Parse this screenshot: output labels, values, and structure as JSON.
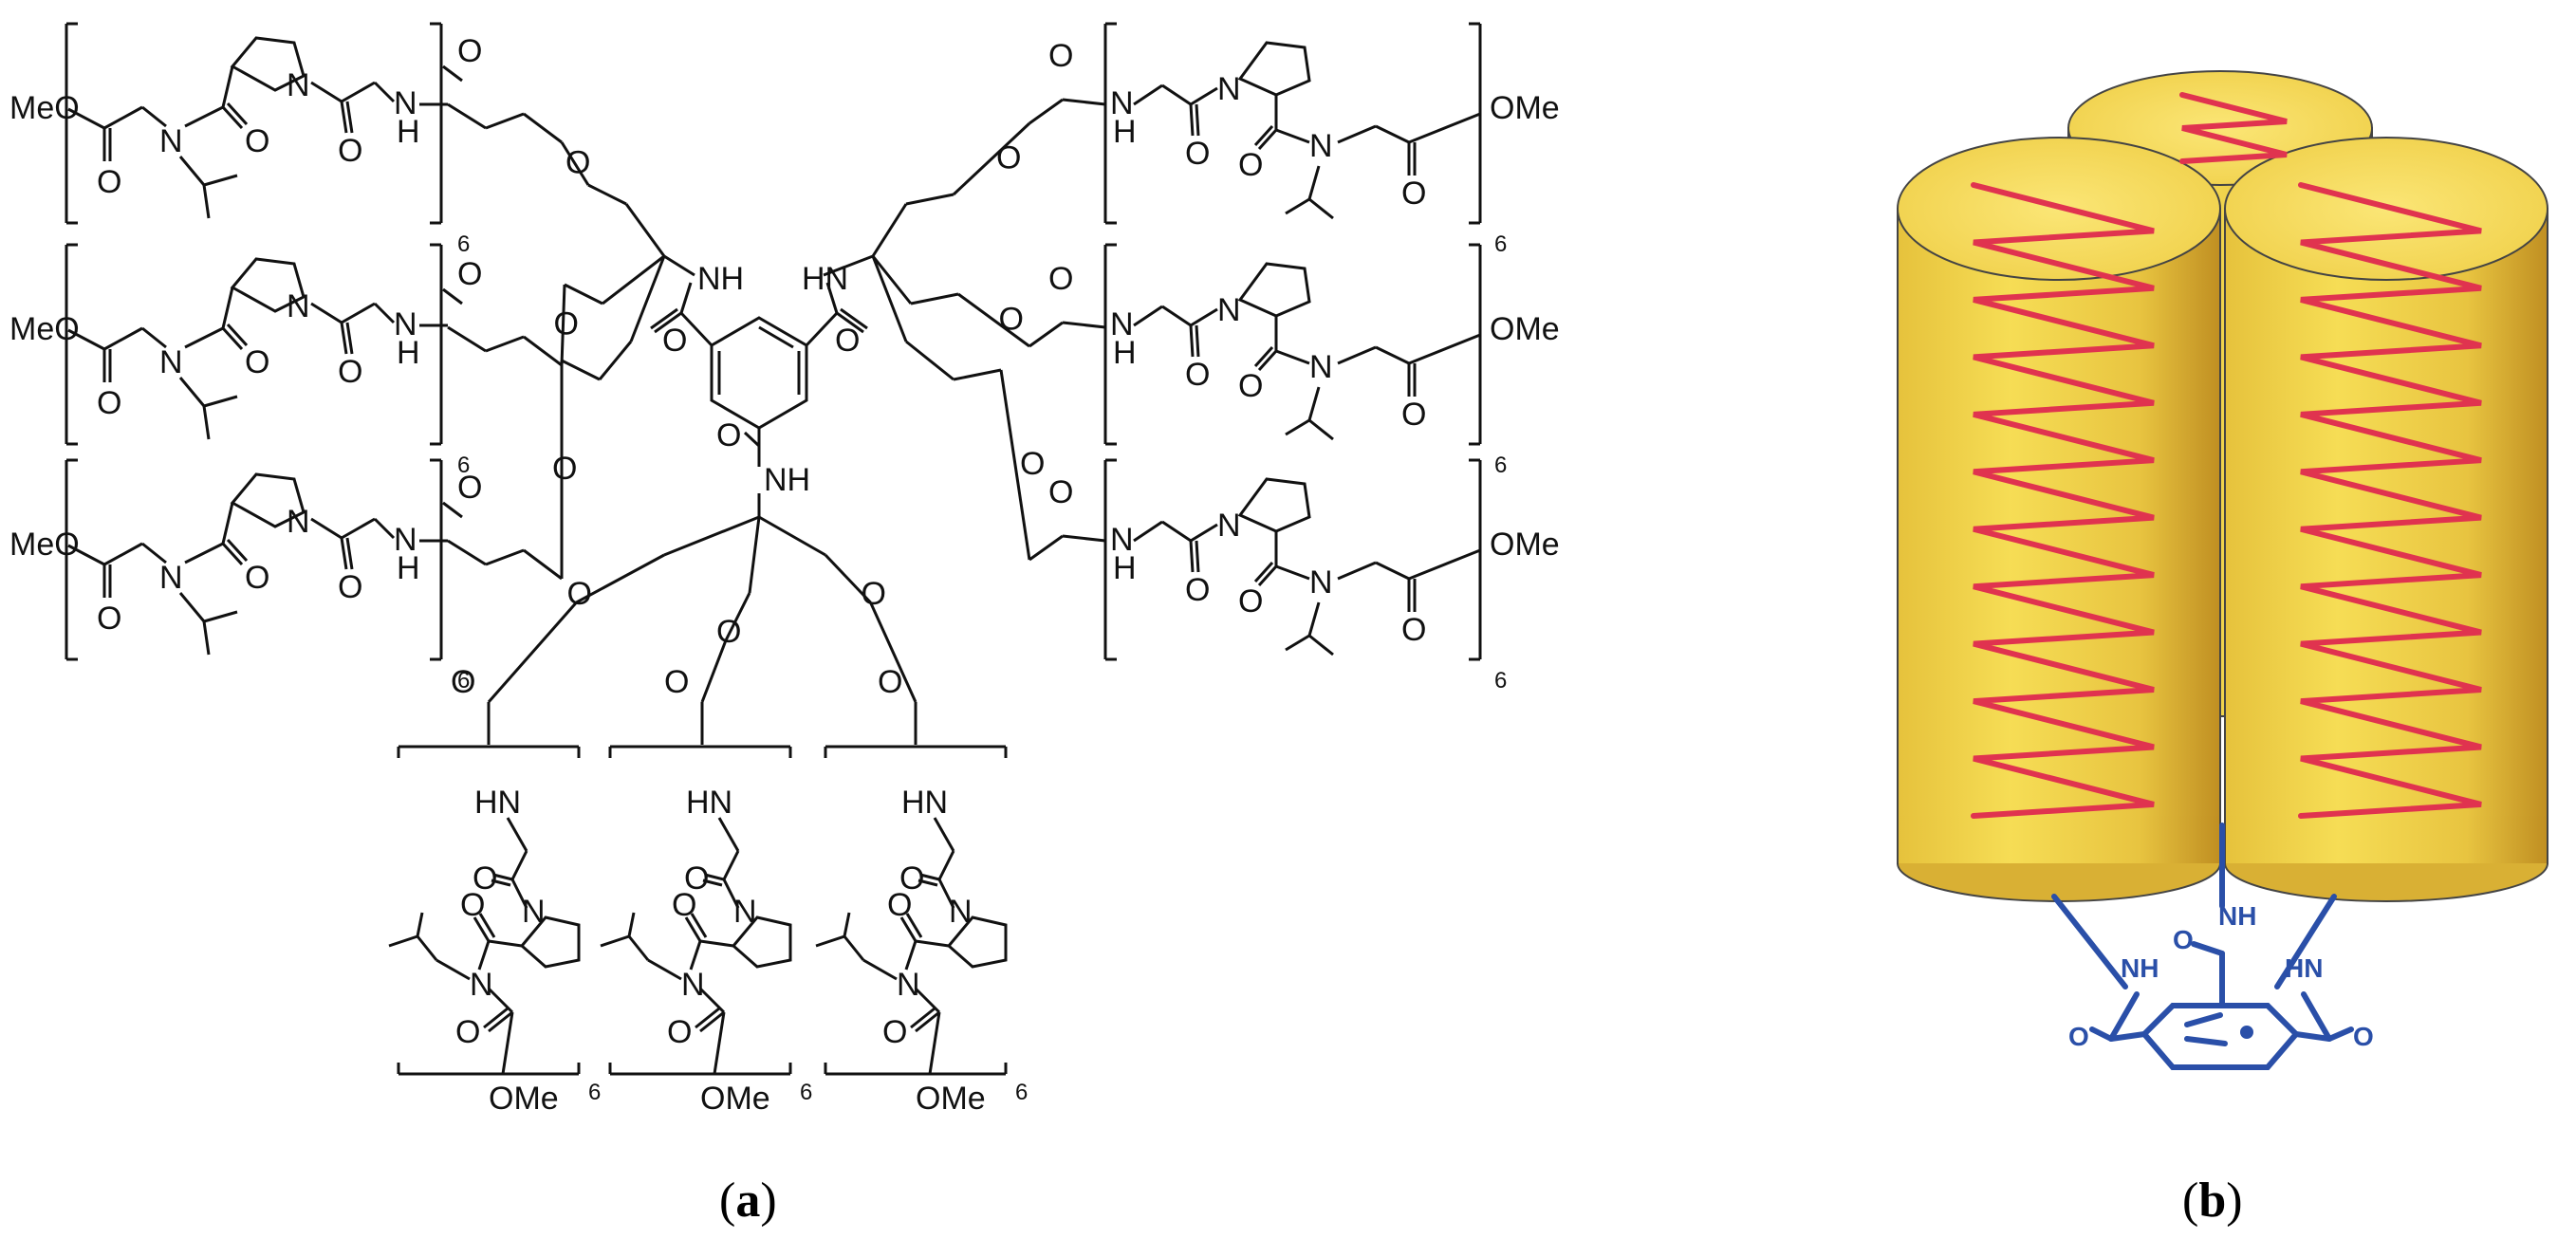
{
  "panel_a": {
    "caption_open": "(",
    "caption_letter": "a",
    "caption_close": ")",
    "atoms": {
      "meo": "MeO",
      "ome": "OMe",
      "nh": "NH",
      "hn": "HN",
      "n": "N",
      "h": "H",
      "o": "O",
      "repeat": "6"
    }
  },
  "panel_b": {
    "caption_open": "(",
    "caption_letter": "b",
    "caption_close": ")",
    "labels": {
      "nh": "NH",
      "hn": "HN",
      "o": "O"
    },
    "colors": {
      "cylinder": "#f3d84a",
      "cylinder_shade": "#c99a28",
      "helix": "#e0334f",
      "template": "#2a4fa8"
    }
  }
}
